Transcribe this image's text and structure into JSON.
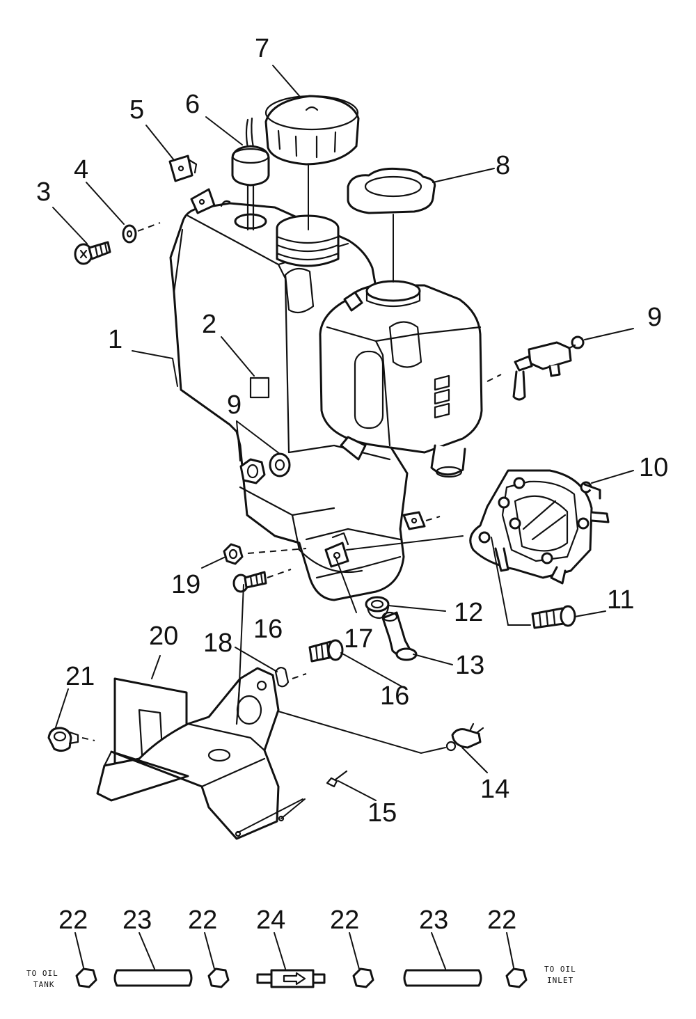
{
  "callouts": {
    "c1": "1",
    "c2": "2",
    "c3": "3",
    "c4": "4",
    "c5": "5",
    "c6": "6",
    "c7": "7",
    "c8": "8",
    "c9a": "9",
    "c9b": "9",
    "c10": "10",
    "c11": "11",
    "c12": "12",
    "c13": "13",
    "c14": "14",
    "c15": "15",
    "c16a": "16",
    "c16b": "16",
    "c17": "17",
    "c18": "18",
    "c19": "19",
    "c20": "20",
    "c21": "21"
  },
  "hose_callouts": {
    "h22a": "22",
    "h23a": "23",
    "h22b": "22",
    "h24": "24",
    "h22c": "22",
    "h23b": "23",
    "h22d": "22"
  },
  "notes": {
    "left_line1": "TO OIL",
    "left_line2": "TANK",
    "right_line1": "TO OIL",
    "right_line2": "INLET"
  },
  "colors": {
    "ink": "#111111",
    "paper": "#ffffff"
  }
}
